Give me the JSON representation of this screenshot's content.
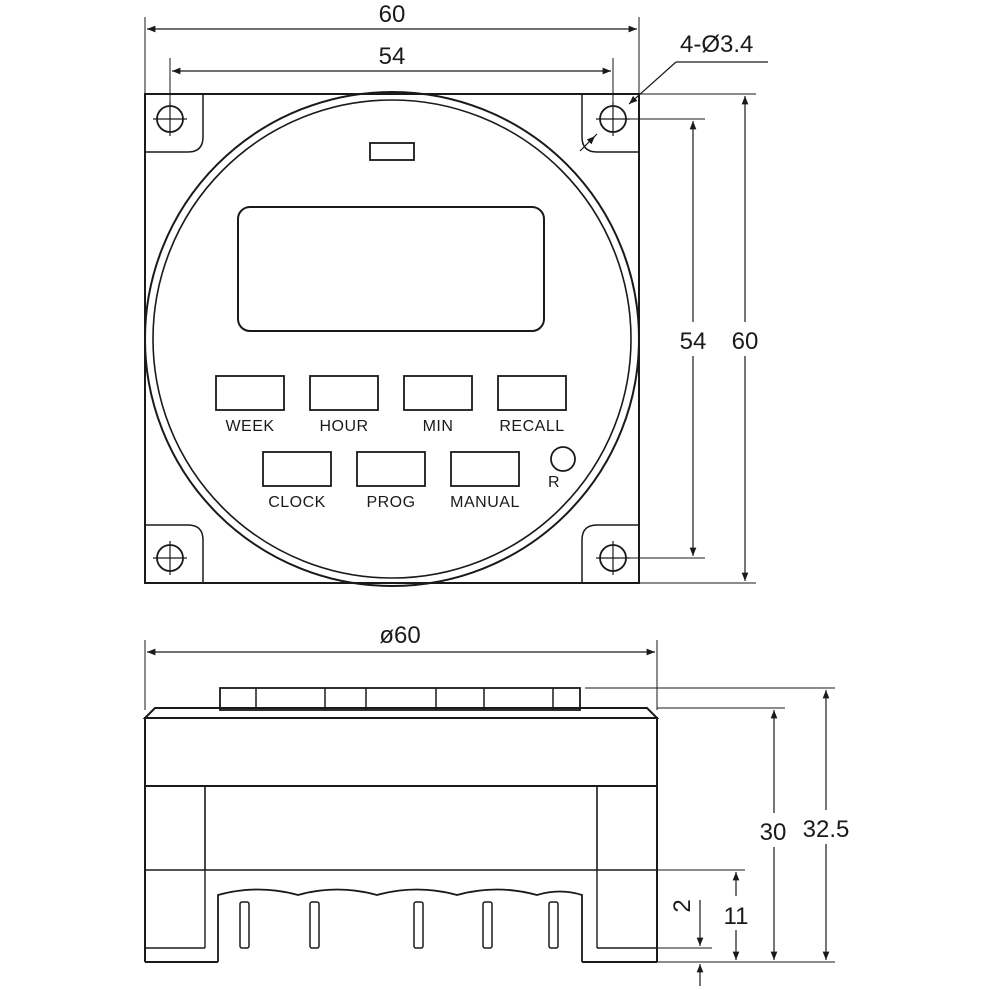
{
  "top_view": {
    "width_outer": "60",
    "width_holes": "54",
    "hole_callout": "4-Ø3.4",
    "height_holes": "54",
    "height_outer": "60",
    "buttons_row1": [
      "WEEK",
      "HOUR",
      "MIN",
      "RECALL"
    ],
    "buttons_row2": [
      "CLOCK",
      "PROG",
      "MANUAL"
    ],
    "reset_label": "R"
  },
  "side_view": {
    "diameter": "ø60",
    "body_height": "30",
    "total_height": "32.5",
    "terminal_height": "11",
    "base_offset": "2"
  }
}
